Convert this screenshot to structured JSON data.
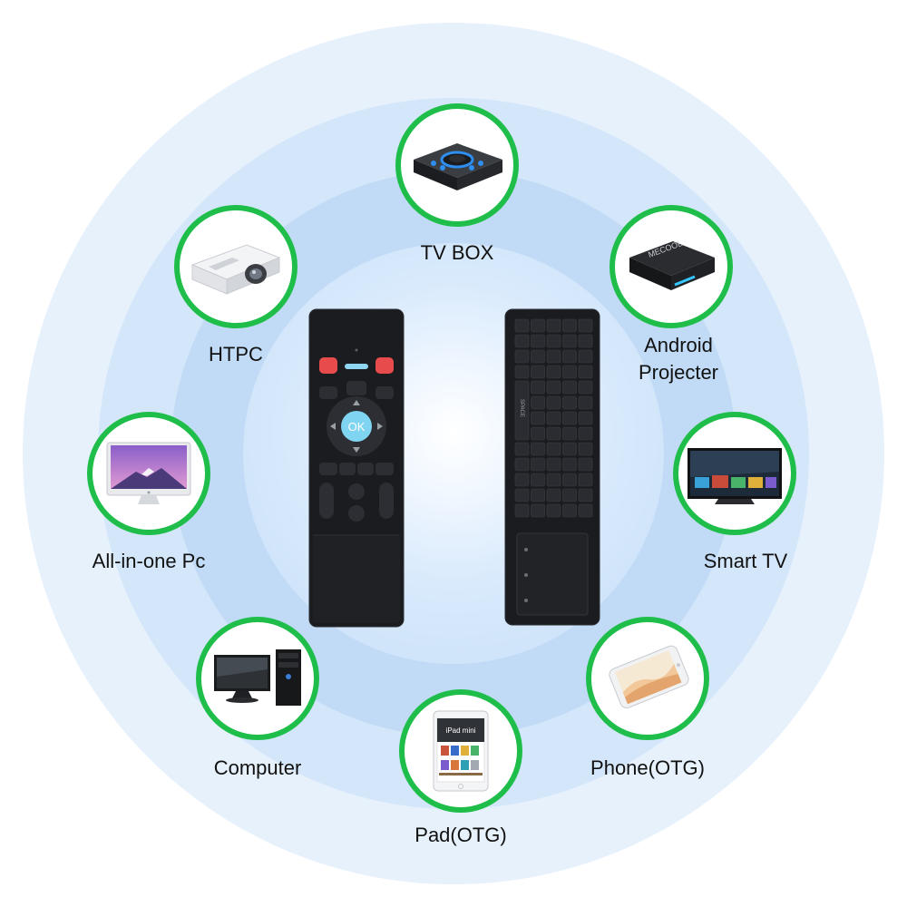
{
  "devices": [
    {
      "id": "tv-box",
      "label": "TV BOX",
      "icon": "tv-box-icon"
    },
    {
      "id": "htpc",
      "label": "HTPC",
      "icon": "projector-icon"
    },
    {
      "id": "android",
      "label_lines": [
        "Android",
        "Projecter"
      ],
      "icon": "android-box-icon",
      "brand": "MECOOL"
    },
    {
      "id": "all-in-one",
      "label": "All-in-one Pc",
      "icon": "all-in-one-pc-icon"
    },
    {
      "id": "smart-tv",
      "label": "Smart TV",
      "icon": "smart-tv-icon"
    },
    {
      "id": "computer",
      "label": "Computer",
      "icon": "desktop-computer-icon"
    },
    {
      "id": "phone",
      "label": "Phone(OTG)",
      "icon": "smartphone-icon"
    },
    {
      "id": "pad",
      "label": "Pad(OTG)",
      "icon": "tablet-icon",
      "screen_text": "iPad mini"
    }
  ],
  "remote_front": {
    "ok_label": "OK",
    "icon": "remote-front-icon"
  },
  "remote_back": {
    "space_label": "SPACE",
    "icon": "keyboard-back-icon"
  },
  "colors": {
    "ring_accent": "#1fbe4a",
    "background": "#d4e7fa",
    "remote_body": "#1b1c1f",
    "ok_button": "#7fd4f2",
    "red_button": "#e84b4b"
  }
}
